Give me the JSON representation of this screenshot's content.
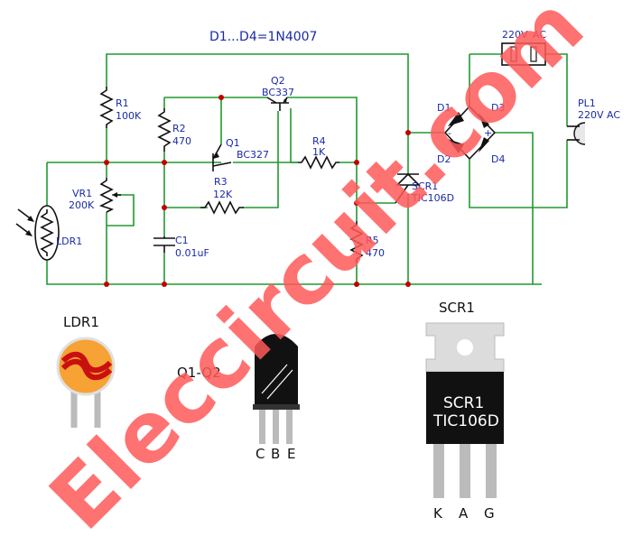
{
  "title": "D1...D4=1N4007",
  "components": {
    "r1": {
      "ref": "R1",
      "value": "100K"
    },
    "r2": {
      "ref": "R2",
      "value": "470"
    },
    "r3": {
      "ref": "R3",
      "value": "12K"
    },
    "r4": {
      "ref": "R4",
      "value": "1K"
    },
    "r5": {
      "ref": "R5",
      "value": "470"
    },
    "vr1": {
      "ref": "VR1",
      "value": "200K"
    },
    "c1": {
      "ref": "C1",
      "value": "0.01uF"
    },
    "q1": {
      "ref": "Q1",
      "value": "BC327"
    },
    "q2": {
      "ref": "Q2",
      "value": "BC337"
    },
    "scr1": {
      "ref": "SCR1",
      "value": "TIC106D"
    },
    "ldr1": {
      "ref": "LDR1"
    },
    "d1": {
      "ref": "D1"
    },
    "d2": {
      "ref": "D2"
    },
    "d3": {
      "ref": "D3"
    },
    "d4": {
      "ref": "D4"
    },
    "lamp": {
      "value": "220V",
      "unit": "AC"
    },
    "pl1": {
      "ref": "PL1",
      "value": "220V",
      "unit": "AC"
    },
    "bridge": {
      "minus": "-",
      "plus": "+"
    }
  },
  "parts": {
    "ldr_label": "LDR1",
    "transistor_label": "Q1-Q2",
    "transistor_pins": [
      "C",
      "B",
      "E"
    ],
    "scr_label": "SCR1",
    "scr_body_line1": "SCR1",
    "scr_body_line2": "TIC106D",
    "scr_pins": [
      "K",
      "A",
      "G"
    ]
  },
  "watermark": "Eleccircuit.com",
  "colors": {
    "wire": "#1f9a2e",
    "label": "#1a2aa8",
    "junction": "#c00000",
    "watermark": "#ff5a5a",
    "ldr": "#f7a234"
  }
}
